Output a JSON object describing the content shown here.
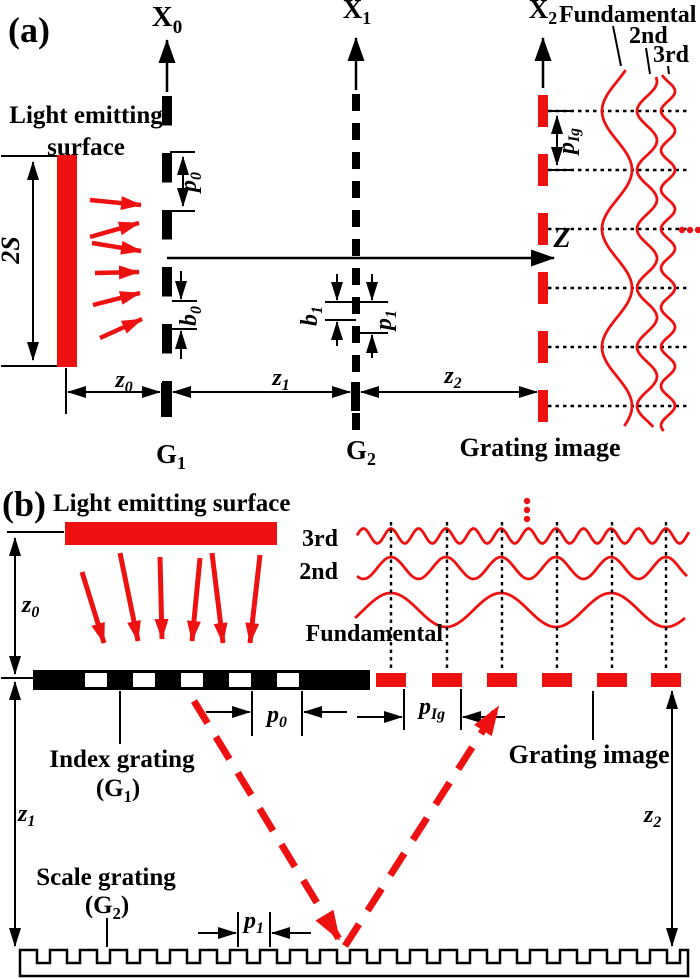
{
  "colors": {
    "red": "#ee1111",
    "ink": "#000000",
    "bg": "#ffffff"
  },
  "panel_a": {
    "tag": "(a)",
    "source_line1": "Light emitting",
    "source_line2": "surface",
    "dim_2s": "2S",
    "axis_x0": {
      "b": "X",
      "s": "0"
    },
    "axis_x1": {
      "b": "X",
      "s": "1"
    },
    "axis_x2": {
      "b": "X",
      "s": "2"
    },
    "axis_z": "Z",
    "harmonic_fundamental": "Fundamental",
    "harmonic_2nd": "2nd",
    "harmonic_3rd": "3rd",
    "p0": {
      "b": "p",
      "s": "0"
    },
    "b0": {
      "b": "b",
      "s": "0"
    },
    "b1": {
      "b": "b",
      "s": "1"
    },
    "p1": {
      "b": "p",
      "s": "1"
    },
    "pIg": {
      "b": "p",
      "s": "Ig"
    },
    "z0": {
      "b": "z",
      "s": "0"
    },
    "z1": {
      "b": "z",
      "s": "1"
    },
    "z2": {
      "b": "z",
      "s": "2"
    },
    "g1": {
      "b": "G",
      "s": "1"
    },
    "g2": {
      "b": "G",
      "s": "2"
    },
    "grating_image": "Grating image"
  },
  "panel_b": {
    "tag": "(b)",
    "source": "Light emitting surface",
    "z0": {
      "b": "z",
      "s": "0"
    },
    "z1": {
      "b": "z",
      "s": "1"
    },
    "z2": {
      "b": "z",
      "s": "2"
    },
    "harmonic_3rd": "3rd",
    "harmonic_2nd": "2nd",
    "harmonic_fundamental": "Fundamental",
    "index_grating": "Index grating",
    "g1_paren": {
      "pre": "(G",
      "s": "1",
      "post": ")"
    },
    "scale_grating": "Scale grating",
    "g2_paren": {
      "pre": "(G",
      "s": "2",
      "post": ")"
    },
    "p0": {
      "b": "p",
      "s": "0"
    },
    "p1": {
      "b": "p",
      "s": "1"
    },
    "pIg": {
      "b": "p",
      "s": "Ig"
    },
    "grating_image": "Grating image"
  }
}
